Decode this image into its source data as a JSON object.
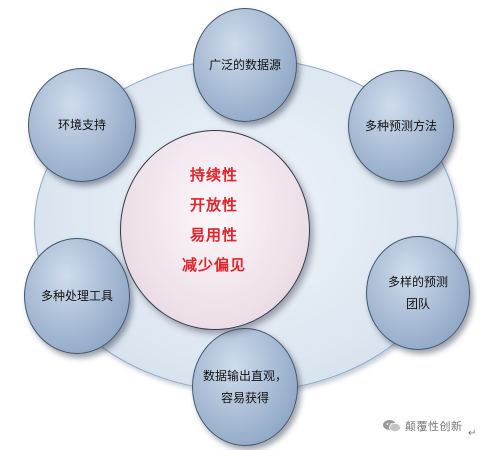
{
  "center": {
    "lines": [
      "持续性",
      "开放性",
      "易用性",
      "减少偏见"
    ]
  },
  "nodes": [
    {
      "label": "广泛的数据源"
    },
    {
      "label": "多种预测方法"
    },
    {
      "label": "环境支持"
    },
    {
      "label": "多种处理工具"
    },
    {
      "label": "多样的预测团队"
    },
    {
      "label": "数据输出直观，容易获得"
    }
  ],
  "watermark": {
    "text": "颠覆性创新",
    "icon": "wechat-icon"
  },
  "colors": {
    "core_text": "#e3242b",
    "node_fill": "#a6bad3",
    "ring_fill": "#dde7f1",
    "core_fill": "#eee0e9"
  }
}
